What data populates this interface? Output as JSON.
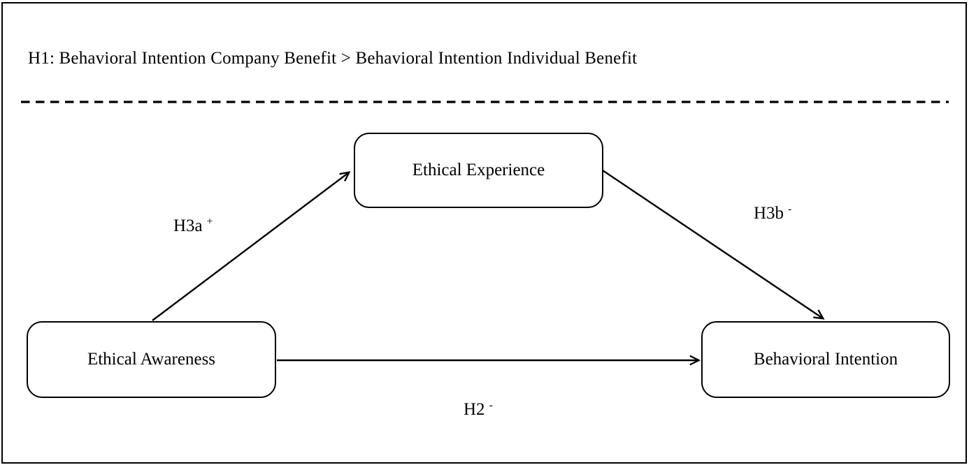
{
  "figure": {
    "hypothesis": "H1: Behavioral Intention Company Benefit > Behavioral Intention Individual Benefit",
    "nodes": {
      "ethical_awareness": {
        "label": "Ethical Awareness"
      },
      "ethical_experience": {
        "label": "Ethical Experience"
      },
      "behavioral_intention": {
        "label": "Behavioral Intention"
      }
    },
    "edges": {
      "h3a": {
        "label": "H3a",
        "sign": "+",
        "from": "ethical_awareness",
        "to": "ethical_experience"
      },
      "h3b": {
        "label": "H3b",
        "sign": "-",
        "from": "ethical_experience",
        "to": "behavioral_intention"
      },
      "h2": {
        "label": "H2",
        "sign": "-",
        "from": "ethical_awareness",
        "to": "behavioral_intention"
      }
    },
    "colors": {
      "ink": "#000000",
      "background": "#ffffff"
    }
  }
}
